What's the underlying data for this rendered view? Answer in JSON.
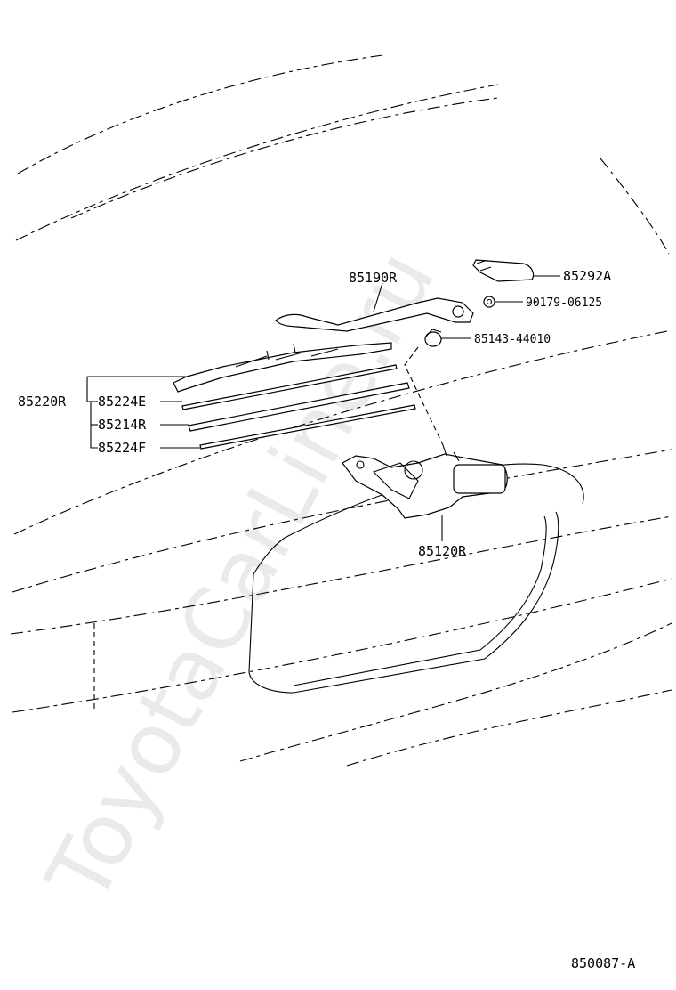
{
  "watermark": "ToyotaCarLine.ru",
  "parts": {
    "rear_wiper_arm": "85190R",
    "wiper_arm_head_cap": "85292A",
    "nut": "90179-06125",
    "wiper_pivot_cap": "85143-44010",
    "wiper_blade_assy": "85220R",
    "blade_rubber_e": "85224E",
    "blade_rubber_r": "85214R",
    "blade_rubber_f": "85224F",
    "rear_wiper_motor": "85120R"
  },
  "figure_code": "850087-A"
}
